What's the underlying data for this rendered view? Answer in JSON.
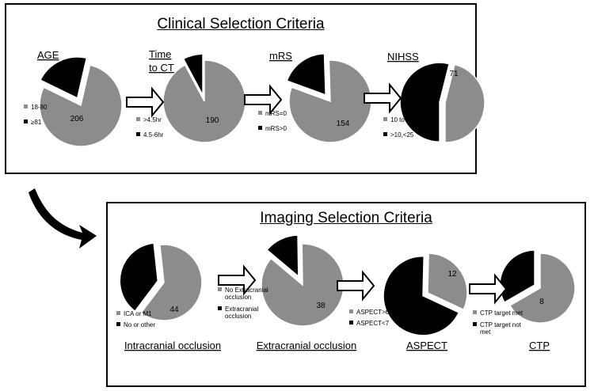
{
  "clinical": {
    "title": "Clinical Selection Criteria",
    "groups": [
      {
        "label_lines": [
          "AGE"
        ],
        "values": [
          206,
          56
        ],
        "legend": [
          "18-80",
          "≥81"
        ]
      },
      {
        "label_lines": [
          "Time",
          "to CT"
        ],
        "values": [
          190,
          16
        ],
        "legend": [
          ">4.5hr",
          "4.5-6hr"
        ]
      },
      {
        "label_lines": [
          "mRS"
        ],
        "values": [
          154,
          36
        ],
        "legend": [
          "mRS=0",
          "mRS>0"
        ]
      },
      {
        "label_lines": [
          "NIHSS"
        ],
        "values": [
          71,
          83
        ],
        "legend": [
          "10 to 25",
          ">10,<25"
        ]
      }
    ]
  },
  "imaging": {
    "title": "Imaging Selection Criteria",
    "groups": [
      {
        "label": "Intracranial occlusion",
        "values": [
          44,
          27
        ],
        "legend": [
          "ICA or M1",
          "No or other"
        ]
      },
      {
        "label": "Extracranial occlusion",
        "values": [
          38,
          6
        ],
        "legend": [
          "No Extracranial occlusion",
          "Extracranial occlusion"
        ]
      },
      {
        "label": "ASPECT",
        "values": [
          12,
          26
        ],
        "legend": [
          "ASPECT>6",
          "ASPECT<7"
        ]
      },
      {
        "label": "CTP",
        "values": [
          8,
          4
        ],
        "legend": [
          "CTP target met",
          "CTP target not met"
        ]
      }
    ]
  },
  "colors": {
    "gray": "#8c8c8c",
    "black": "#000000"
  }
}
